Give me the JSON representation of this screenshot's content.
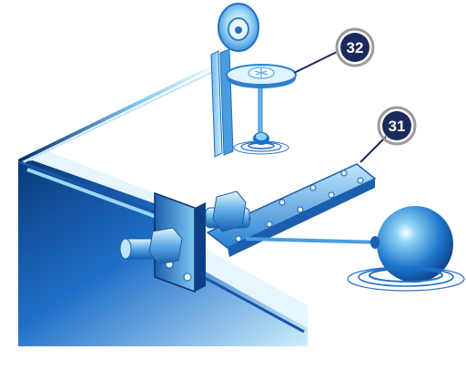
{
  "callouts": [
    {
      "id": "callout-32",
      "label": "32"
    },
    {
      "id": "callout-31",
      "label": "31"
    }
  ],
  "colors": {
    "deep_blue": "#0a3a7a",
    "mid_blue": "#1f6fc8",
    "light_blue": "#7fc8f2",
    "pale_blue": "#d6effc",
    "badge_navy": "#1b2a5c",
    "badge_ring": "#9a9a9a"
  },
  "icons": [
    "pulley-wheel-icon",
    "float-valve-icon",
    "float-ball-icon",
    "water-ripple-icon"
  ]
}
